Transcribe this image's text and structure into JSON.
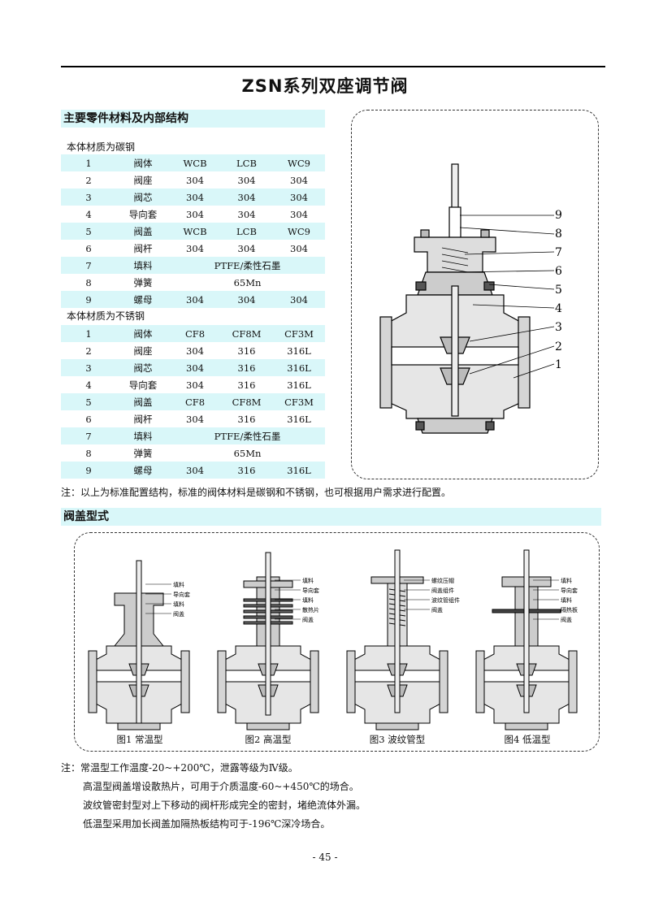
{
  "page_title": "ZSN系列双座调节阀",
  "section1": {
    "heading": "主要零件材料及内部结构",
    "group1_label": "本体材质为碳钢",
    "group1_rows": [
      [
        "1",
        "阀体",
        "WCB",
        "LCB",
        "WC9"
      ],
      [
        "2",
        "阀座",
        "304",
        "304",
        "304"
      ],
      [
        "3",
        "阀芯",
        "304",
        "304",
        "304"
      ],
      [
        "4",
        "导向套",
        "304",
        "304",
        "304"
      ],
      [
        "5",
        "阀盖",
        "WCB",
        "LCB",
        "WC9"
      ],
      [
        "6",
        "阀杆",
        "304",
        "304",
        "304"
      ],
      [
        "7",
        "填料",
        "PTFE/柔性石墨"
      ],
      [
        "8",
        "弹簧",
        "65Mn"
      ],
      [
        "9",
        "螺母",
        "304",
        "304",
        "304"
      ]
    ],
    "group2_label": "本体材质为不锈钢",
    "group2_rows": [
      [
        "1",
        "阀体",
        "CF8",
        "CF8M",
        "CF3M"
      ],
      [
        "2",
        "阀座",
        "304",
        "316",
        "316L"
      ],
      [
        "3",
        "阀芯",
        "304",
        "316",
        "316L"
      ],
      [
        "4",
        "导向套",
        "304",
        "316",
        "316L"
      ],
      [
        "5",
        "阀盖",
        "CF8",
        "CF8M",
        "CF3M"
      ],
      [
        "6",
        "阀杆",
        "304",
        "316",
        "316L"
      ],
      [
        "7",
        "填料",
        "PTFE/柔性石墨"
      ],
      [
        "8",
        "弹簧",
        "65Mn"
      ],
      [
        "9",
        "螺母",
        "304",
        "316",
        "316L"
      ]
    ],
    "note": "注：以上为标准配置结构，标准的阀体材料是碳钢和不锈钢，也可根据用户需求进行配置。",
    "diagram_callouts": [
      "9",
      "8",
      "7",
      "6",
      "5",
      "4",
      "3",
      "2",
      "1"
    ]
  },
  "section2": {
    "heading": "阀盖型式",
    "figures": [
      {
        "caption": "图1 常温型",
        "labels": [
          "填料",
          "导向套",
          "填料",
          "阀盖"
        ]
      },
      {
        "caption": "图2 高温型",
        "labels": [
          "填料",
          "导向套",
          "填料",
          "散热片",
          "阀盖"
        ]
      },
      {
        "caption": "图3 波纹管型",
        "labels": [
          "螺纹压帽",
          "阀盖组件",
          "波纹管组件",
          "阀盖"
        ]
      },
      {
        "caption": "图4 低温型",
        "labels": [
          "填料",
          "导向套",
          "填料",
          "隔热板",
          "阀盖"
        ]
      }
    ],
    "notes": [
      "注：常温型工作温度-20~+200℃，泄露等级为Ⅳ级。",
      "高温型阀盖增设散热片，可用于介质温度-60~+450℃的场合。",
      "波纹管密封型对上下移动的阀杆形成完全的密封，堵绝流体外漏。",
      "低温型采用加长阀盖加隔热板结构可于-196℃深冷场合。"
    ]
  },
  "page_number": "- 45 -"
}
